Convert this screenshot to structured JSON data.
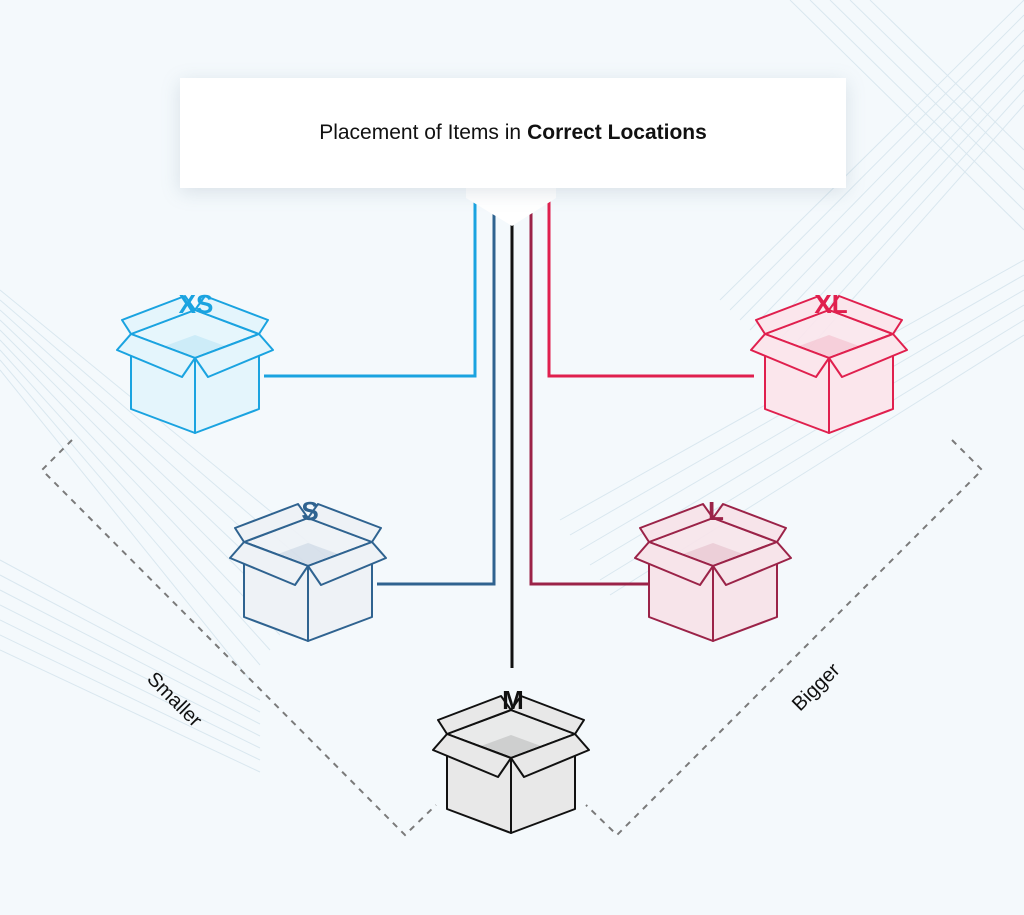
{
  "title": {
    "prefix": "Placement of Items in",
    "emphasis": "Correct Locations"
  },
  "boxes": [
    {
      "label": "XS",
      "color": "#1aa3e0",
      "fill": "#e4f5fc"
    },
    {
      "label": "S",
      "color": "#2f6390",
      "fill": "#eef2f6"
    },
    {
      "label": "M",
      "color": "#111111",
      "fill": "#e8e8e8"
    },
    {
      "label": "L",
      "color": "#9b2348",
      "fill": "#f7e4ea"
    },
    {
      "label": "XL",
      "color": "#e0204e",
      "fill": "#fbe6ec"
    }
  ],
  "axis": {
    "smaller": "Smaller",
    "bigger": "Bigger"
  }
}
